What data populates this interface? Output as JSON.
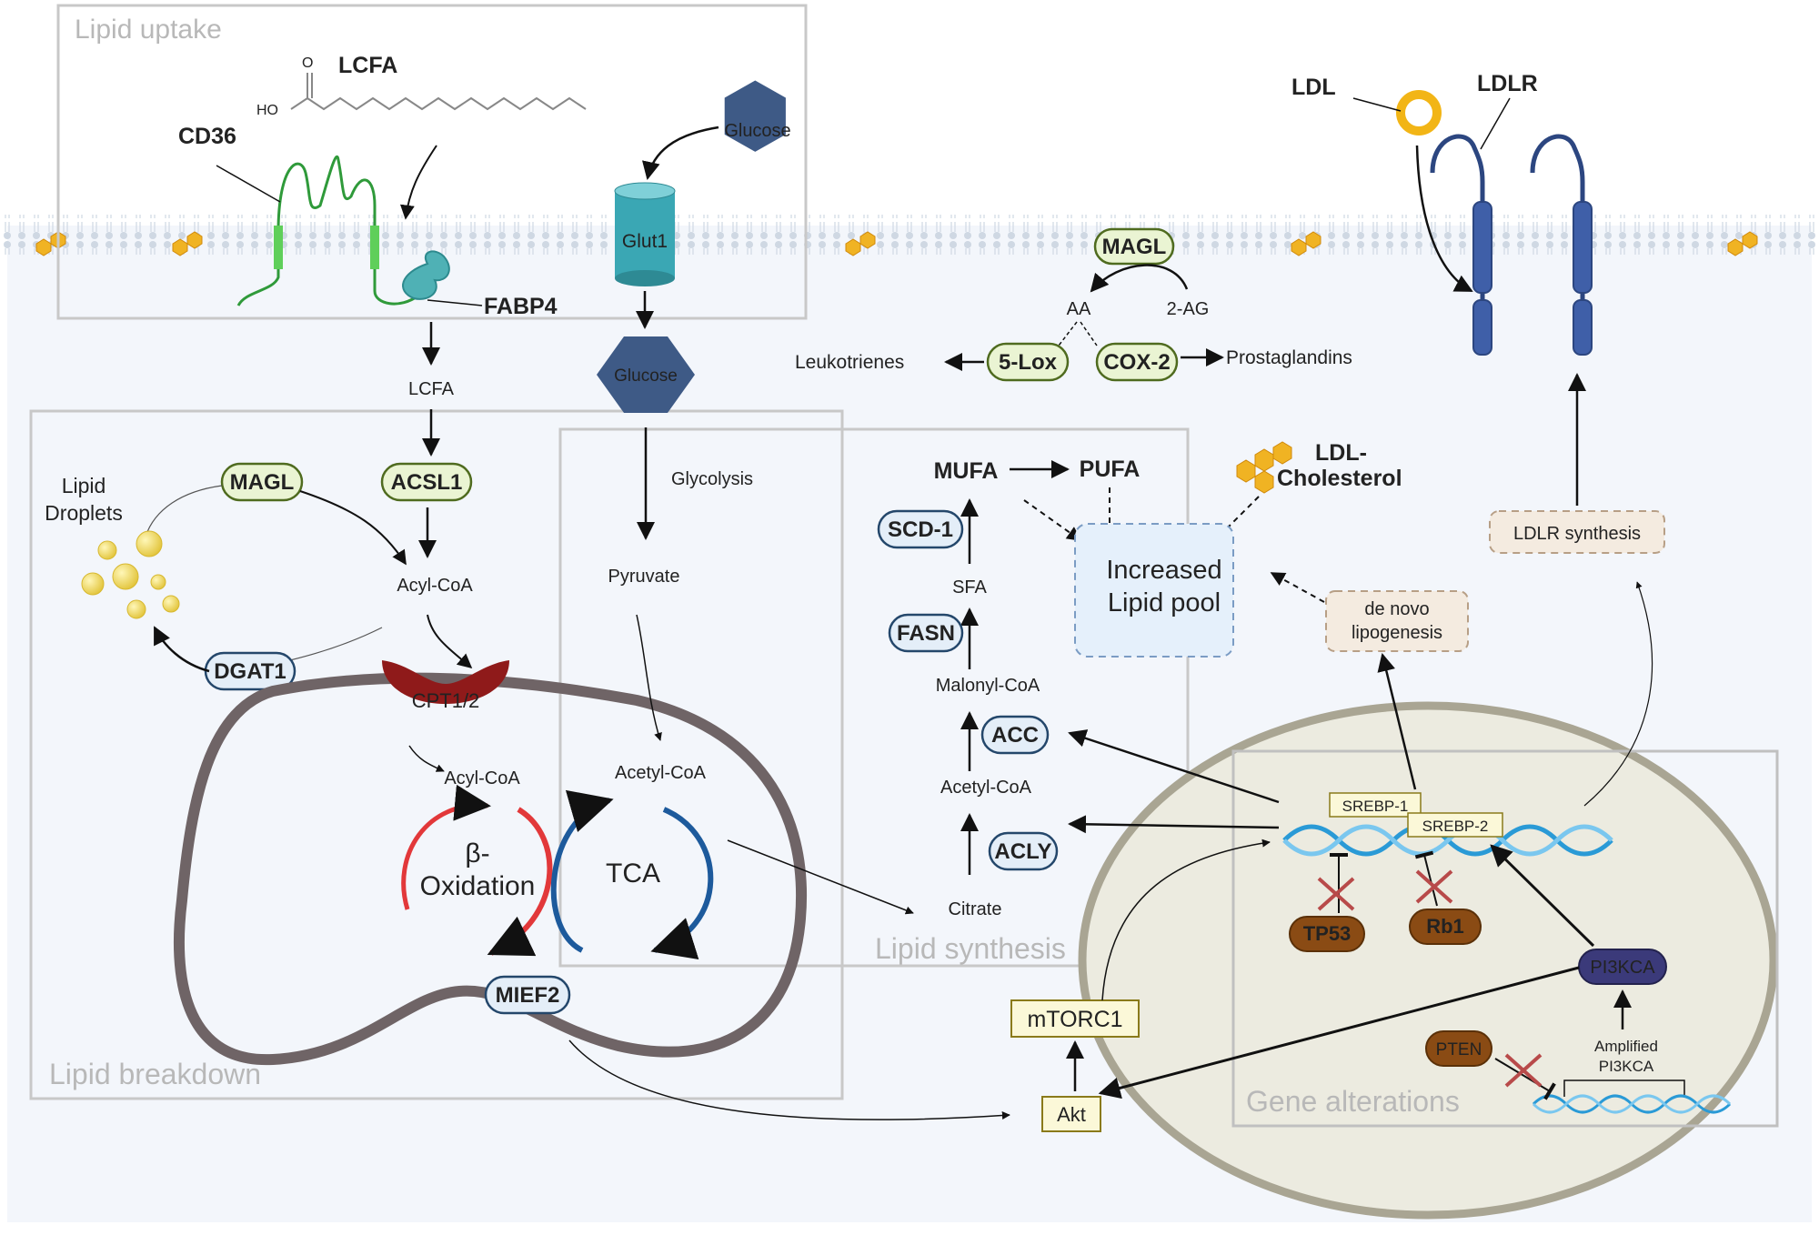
{
  "regions": {
    "uptake": "Lipid uptake",
    "breakdown": "Lipid breakdown",
    "synthesis": "Lipid synthesis",
    "genes": "Gene alterations"
  },
  "uptake": {
    "lcfa_title": "LCFA",
    "ho": "HO",
    "o": "O",
    "cd36": "CD36",
    "fabp4": "FABP4",
    "glucose_out": "Glucose",
    "glut1": "Glut1",
    "ldl": "LDL",
    "ldlr": "LDLR"
  },
  "eicosanoid": {
    "magl": "MAGL",
    "aa": "AA",
    "two_ag": "2-AG",
    "five_lox": "5-Lox",
    "cox2": "COX-2",
    "leukotrienes": "Leukotrienes",
    "prostaglandins": "Prostaglandins"
  },
  "breakdown": {
    "lcfa": "LCFA",
    "glucose_in": "Glucose",
    "acsl1": "ACSL1",
    "magl": "MAGL",
    "lipid_droplets_1": "Lipid",
    "lipid_droplets_2": "Droplets",
    "acyl_coa": "Acyl-CoA",
    "dgat1": "DGAT1",
    "cpt": "CPT1/2",
    "acyl_coa_mito": "Acyl-CoA",
    "beta_1": "β-",
    "beta_2": "Oxidation",
    "tca": "TCA",
    "mief2": "MIEF2",
    "glycolysis": "Glycolysis",
    "pyruvate": "Pyruvate",
    "acetyl_coa_mito": "Acetyl-CoA"
  },
  "synthesis": {
    "mufa": "MUFA",
    "pufa": "PUFA",
    "scd1": "SCD-1",
    "sfa": "SFA",
    "fasn": "FASN",
    "malonyl": "Malonyl-CoA",
    "acc": "ACC",
    "acetyl": "Acetyl-CoA",
    "acly": "ACLY",
    "citrate": "Citrate",
    "ldl_chol_1": "LDL-",
    "ldl_chol_2": "Cholesterol",
    "pool_1": "Increased",
    "pool_2": "Lipid pool",
    "denovo_1": "de novo",
    "denovo_2": "lipogenesis",
    "ldlr_synth": "LDLR synthesis"
  },
  "genes": {
    "srebp1": "SREBP-1",
    "srebp2": "SREBP-2",
    "tp53": "TP53",
    "rb1": "Rb1",
    "pi3kca": "PI3KCA",
    "pten": "PTEN",
    "amplified_1": "Amplified",
    "amplified_2": "PI3KCA",
    "mtorc1": "mTORC1",
    "akt": "Akt"
  },
  "colors": {
    "enzyme_green_fill": "#eaf4d3",
    "enzyme_green_stroke": "#4f6b1f",
    "enzyme_blue_fill": "#e4eef8",
    "enzyme_blue_stroke": "#24476b",
    "glucose": "#3e5a86",
    "cpt": "#8f1a1a",
    "mito": "#6f6466",
    "tp53": "#8a4b14",
    "rb1": "#8a4b14",
    "pi3kca": "#3b3a7a",
    "dna": "#2a9ad6",
    "ldlr": "#3f5fa8"
  }
}
